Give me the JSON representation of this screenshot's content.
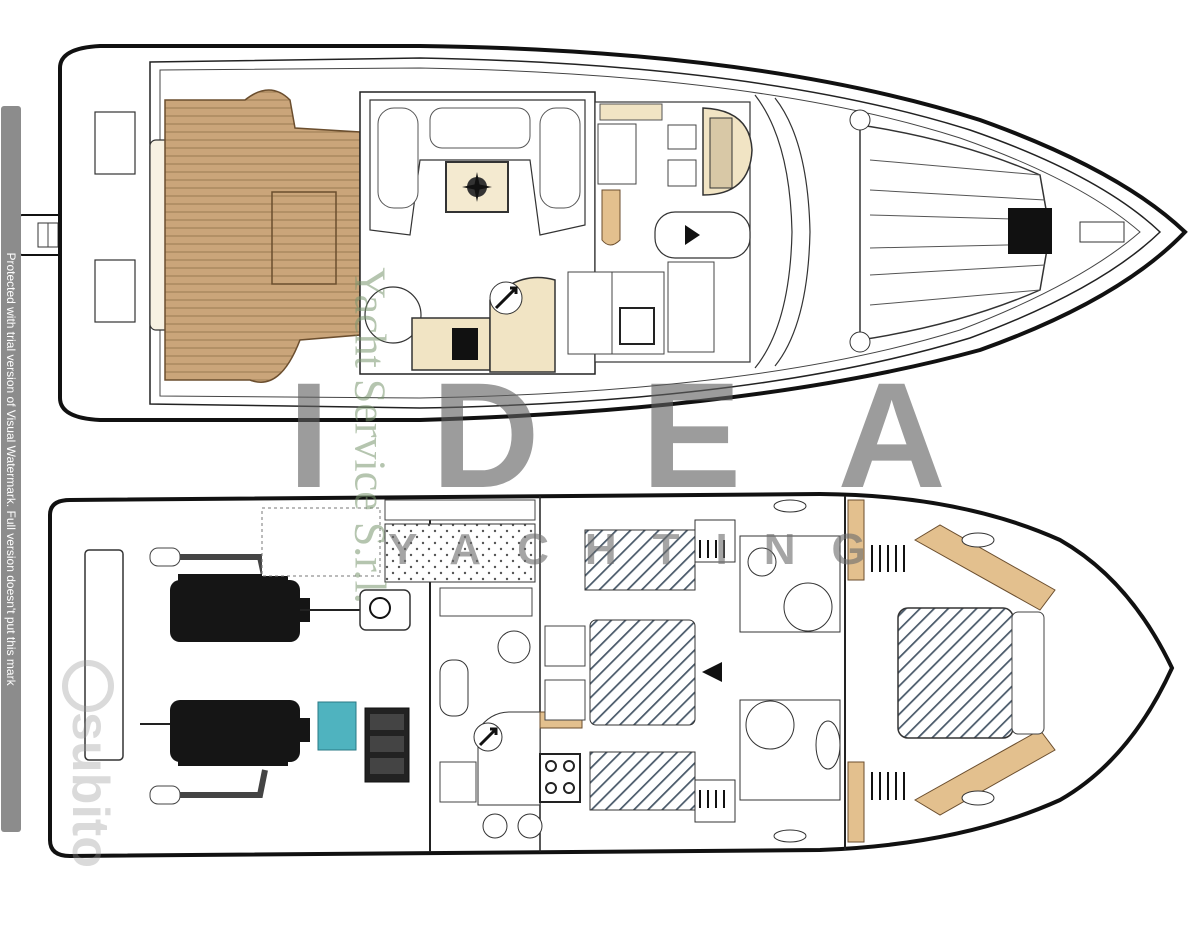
{
  "diagram": {
    "kind": "yacht-deck-plan",
    "views": [
      "main-deck",
      "lower-deck"
    ],
    "colors": {
      "hull_outline": "#111111",
      "teak_deck": "#c9a67c",
      "teak_line": "#9b7a52",
      "upholstery": "#f1e4c4",
      "bed_hatch": "#4a5a6a",
      "engine": "#151515",
      "helm_accent": "#4fb3bf",
      "wood_trim": "#e3c08e"
    },
    "icons": [
      "compass-rose-icon",
      "stairs-arrow-icon",
      "engine-icon",
      "generator-icon",
      "stove-icon",
      "toilet-icon",
      "shower-icon"
    ]
  },
  "watermarks": {
    "brand_main": "I D E A",
    "brand_sub": "YACHTING",
    "service": "Yacht Service S.r.l.",
    "side_notice": "Protected with trial version of Visual Watermark. Full version doesn't put this mark",
    "corner_brand": "subito"
  }
}
